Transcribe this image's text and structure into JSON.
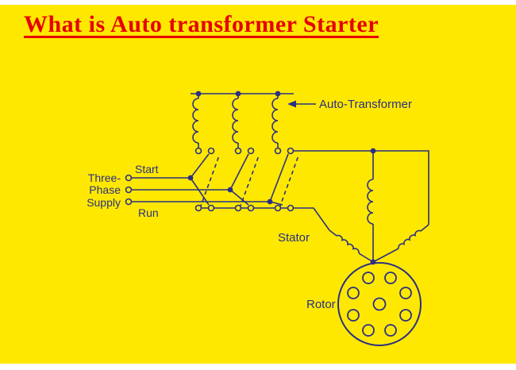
{
  "title": "What is Auto transformer Starter",
  "colors": {
    "background": "#ffe800",
    "title_red": "#e60000",
    "diagram_ink": "#2b2f84"
  },
  "diagram": {
    "labels": {
      "auto_transformer": "Auto-Transformer",
      "supply_line1": "Three-",
      "supply_line2": "Phase",
      "supply_line3": "Supply",
      "start": "Start",
      "run": "Run",
      "stator": "Stator",
      "rotor": "Rotor"
    }
  }
}
